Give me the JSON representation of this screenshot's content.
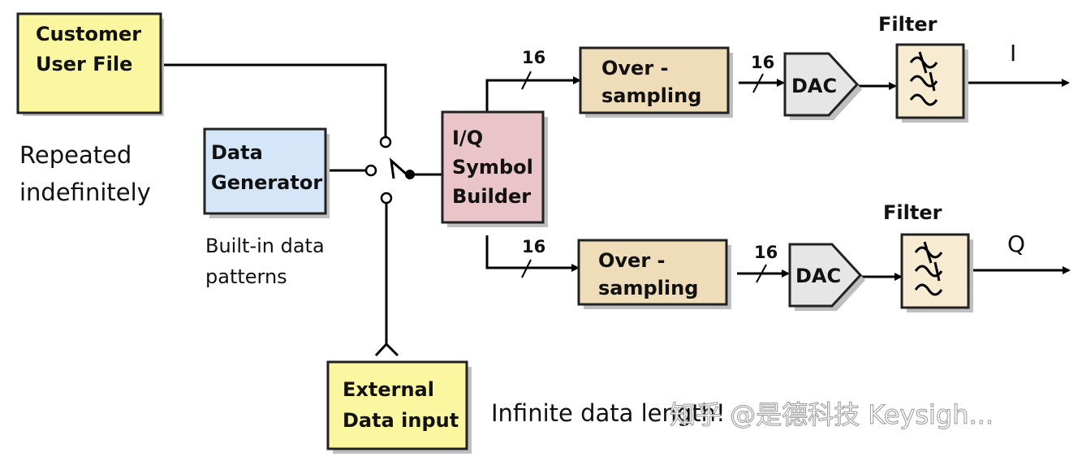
{
  "customer_file": {
    "line1": "Customer",
    "line2": "User File"
  },
  "repeated": {
    "line1": "Repeated",
    "line2": "indefinitely"
  },
  "data_generator": {
    "line1": "Data",
    "line2": "Generator"
  },
  "builtin": {
    "line1": "Built-in data",
    "line2": "patterns"
  },
  "iq_builder": {
    "line1": "I/Q",
    "line2": "Symbol",
    "line3": "Builder"
  },
  "external": {
    "line1": "External",
    "line2": "Data input"
  },
  "infinite": "Infinite data length!",
  "top_path": {
    "bus1": "16",
    "oversampling_line1": "Over -",
    "oversampling_line2": "sampling",
    "bus2": "16",
    "dac": "DAC",
    "filter_label": "Filter",
    "output": "I"
  },
  "bottom_path": {
    "bus1": "16",
    "oversampling_line1": "Over -",
    "oversampling_line2": "sampling",
    "bus2": "16",
    "dac": "DAC",
    "filter_label": "Filter",
    "output": "Q"
  },
  "watermark": "知乎 @是德科技 Keysigh...",
  "colors": {
    "yellow_box": "#fbf7a0",
    "blue_box": "#d4e6f7",
    "pink_box": "#e9c4c8",
    "tan_box": "#efdcb8",
    "filter_box": "#f7ebd2",
    "dac_box": "#e6e6e6"
  }
}
